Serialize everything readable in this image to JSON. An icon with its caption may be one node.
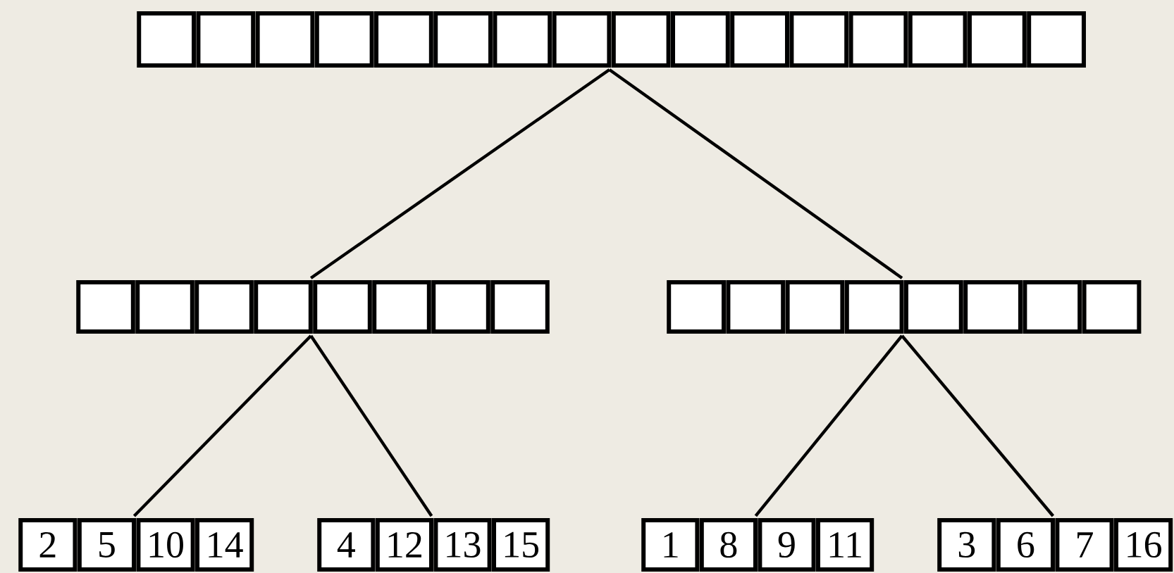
{
  "diagram": {
    "nodes": [
      {
        "text": [],
        "shape": "box"
      },
      {
        "text": [],
        "shape": "box"
      },
      {
        "text": [],
        "shape": "box"
      },
      {
        "text": [],
        "shape": "box"
      },
      {
        "text": [],
        "shape": "box"
      },
      {
        "text": [],
        "shape": "box"
      },
      {
        "text": [],
        "shape": "box"
      },
      {
        "text": [],
        "shape": "box"
      },
      {
        "text": [],
        "shape": "box"
      },
      {
        "text": [],
        "shape": "box"
      },
      {
        "text": [],
        "shape": "box"
      },
      {
        "text": [],
        "shape": "box"
      },
      {
        "text": [],
        "shape": "box"
      },
      {
        "text": [],
        "shape": "box"
      },
      {
        "text": [],
        "shape": "box"
      },
      {
        "text": [],
        "shape": "box"
      },
      {
        "text": [],
        "shape": "box"
      },
      {
        "text": [],
        "shape": "box"
      },
      {
        "text": [],
        "shape": "box"
      },
      {
        "text": [],
        "shape": "box"
      },
      {
        "text": [],
        "shape": "box"
      },
      {
        "text": [],
        "shape": "box"
      },
      {
        "text": [],
        "shape": "box"
      },
      {
        "text": [],
        "shape": "box"
      },
      {
        "text": [],
        "shape": "box"
      },
      {
        "text": [],
        "shape": "box"
      },
      {
        "text": [],
        "shape": "box"
      },
      {
        "text": [],
        "shape": "box"
      },
      {
        "text": [],
        "shape": "box"
      },
      {
        "text": [],
        "shape": "box"
      },
      {
        "text": [],
        "shape": "box"
      },
      {
        "text": [],
        "shape": "box"
      },
      {
        "text": [
          "2"
        ]
      },
      {
        "text": [
          "5"
        ]
      },
      {
        "text": [
          "10"
        ]
      },
      {
        "text": [
          "14"
        ]
      },
      {
        "text": [
          "4"
        ]
      },
      {
        "text": [
          "12"
        ]
      },
      {
        "text": [
          "13"
        ]
      },
      {
        "text": [
          "15"
        ]
      },
      {
        "text": [
          "1"
        ]
      },
      {
        "text": [
          "8"
        ]
      },
      {
        "text": [
          "9"
        ]
      },
      {
        "text": [
          "11"
        ]
      },
      {
        "text": [
          "3"
        ]
      },
      {
        "text": [
          "6"
        ]
      },
      {
        "text": [
          "7"
        ]
      },
      {
        "text": [
          "16"
        ]
      }
    ],
    "edges": [
      {
        "from": 8,
        "to": 20,
        "arrow": "none"
      },
      {
        "from": 8,
        "to": 28,
        "arrow": "none"
      },
      {
        "from": 20,
        "to": 34,
        "arrow": "none"
      },
      {
        "from": 20,
        "to": 38,
        "arrow": "none"
      },
      {
        "from": 28,
        "to": 42,
        "arrow": "none"
      },
      {
        "from": 28,
        "to": 46,
        "arrow": "none"
      }
    ]
  }
}
